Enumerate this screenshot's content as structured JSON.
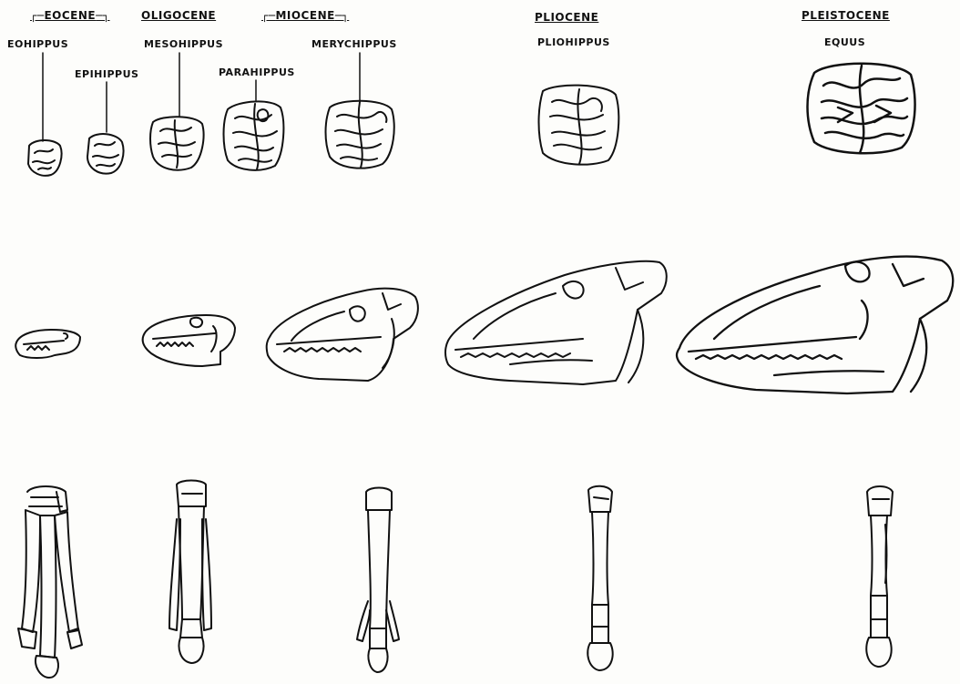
{
  "epochs": {
    "eocene": "EOCENE",
    "oligocene": "OLIGOCENE",
    "miocene": "MIOCENE",
    "pliocene": "PLIOCENE",
    "pleistocene": "PLEISTOCENE"
  },
  "genera": {
    "eohippus": "EOHIPPUS",
    "epihippus": "EPIHIPPUS",
    "mesohippus": "MESOHIPPUS",
    "parahippus": "PARAHIPPUS",
    "merychippus": "MERYCHIPPUS",
    "pliohippus": "PLIOHIPPUS",
    "equus": "EQUUS"
  },
  "colors": {
    "ink": "#111111",
    "paper": "#fdfdfb"
  }
}
